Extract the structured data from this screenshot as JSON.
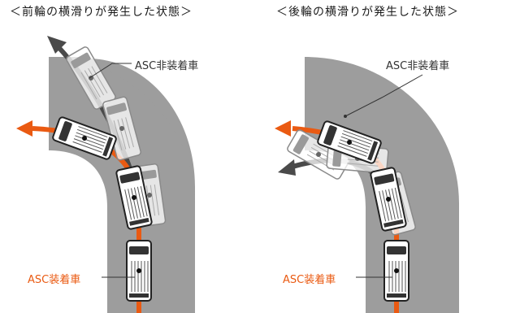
{
  "left_panel": {
    "title": "＜前輪の横滑りが発生した状態＞",
    "label_without": "ASC非装着車",
    "label_with": "ASC装着車"
  },
  "right_panel": {
    "title": "＜後輪の横滑りが発生した状態＞",
    "label_without": "ASC非装着車",
    "label_with": "ASC装着車"
  },
  "colors": {
    "road": "#9d9d9d",
    "with_asc_path": "#ea5a12",
    "without_asc_path": "#4a4a4a",
    "car_body": "#ffffff",
    "car_outline": "#222222"
  }
}
